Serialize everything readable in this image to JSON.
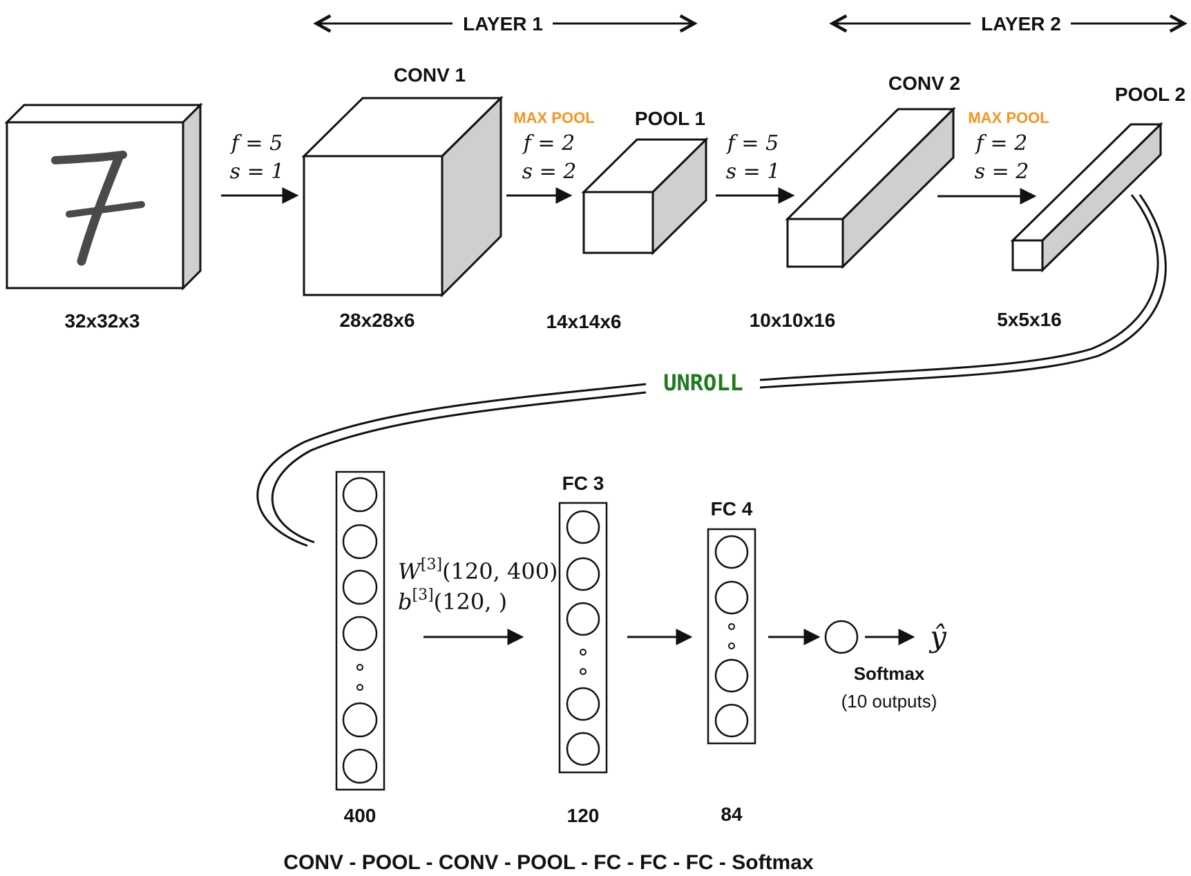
{
  "layers": {
    "layer1": "LAYER 1",
    "layer2": "LAYER 2"
  },
  "blocks": {
    "input": {
      "dims": "32x32x3",
      "digit": "7"
    },
    "conv1": {
      "title": "CONV 1",
      "dims": "28x28x6"
    },
    "pool1": {
      "title": "POOL 1",
      "dims": "14x14x6"
    },
    "conv2": {
      "title": "CONV 2",
      "dims": "10x10x16"
    },
    "pool2": {
      "title": "POOL 2",
      "dims": "5x5x16"
    }
  },
  "ops": {
    "op1": {
      "f": "f = 5",
      "s": "s = 1"
    },
    "op2": {
      "tag": "MAX POOL",
      "f": "f = 2",
      "s": "s = 2"
    },
    "op3": {
      "f": "f = 5",
      "s": "s = 1"
    },
    "op4": {
      "tag": "MAX POOL",
      "f": "f = 2",
      "s": "s = 2"
    }
  },
  "unroll": "UNROLL",
  "fc": {
    "input_size": "400",
    "fc3": {
      "title": "FC 3",
      "size": "120"
    },
    "fc4": {
      "title": "FC 4",
      "size": "84"
    },
    "weights": {
      "W": "W",
      "W_sup": "[3]",
      "W_shape": "(120, 400)",
      "b": "b",
      "b_sup": "[3]",
      "b_shape": "(120, )"
    }
  },
  "output": {
    "symbol": "ŷ",
    "name": "Softmax",
    "detail": "(10 outputs)"
  },
  "summary": "CONV - POOL - CONV - POOL - FC - FC - FC - Softmax",
  "colors": {
    "accent_orange": "#f7931e",
    "unroll_green": "#1e7a1e",
    "side_face_gray": "#cfcfcf"
  }
}
